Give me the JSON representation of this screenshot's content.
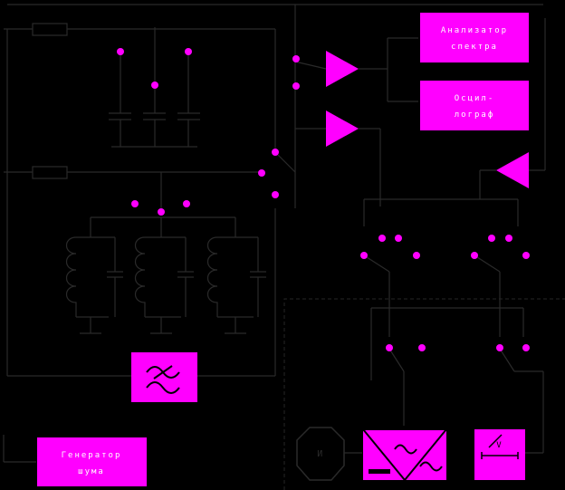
{
  "colors": {
    "background": "#000000",
    "wire": "#2a2a2a",
    "accent": "#ff00ff",
    "block_text": "#ffffff",
    "dashed": "#262626"
  },
  "blocks": {
    "recorder_line1": "Анализатор",
    "recorder_line2": "спектра",
    "oscillograph_line1": "Осцил-",
    "oscillograph_line2": "лограф",
    "generator_line1": "Генератор",
    "generator_line2": "шума"
  },
  "labels": {
    "inverter_mark": "И",
    "meter_symbol": "V"
  },
  "icons": {
    "filter": "filter-icon",
    "amplifier": "amplifier-triangle-icon",
    "converter": "ac-converter-icon",
    "meter": "meter-icon",
    "stop": "octagon-icon"
  }
}
